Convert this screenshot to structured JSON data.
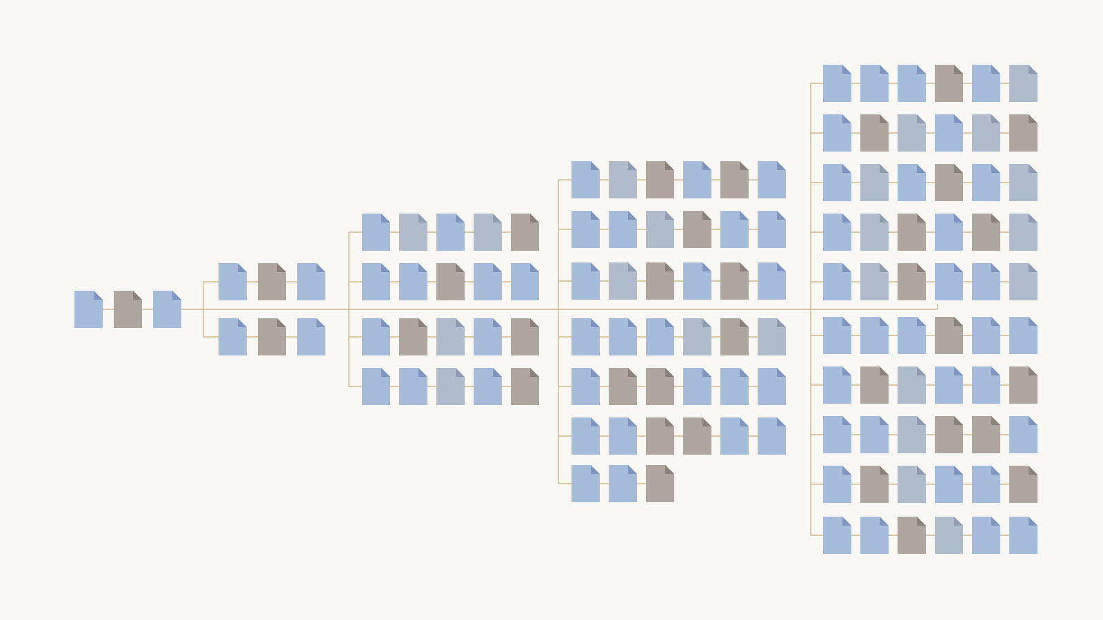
{
  "colors": {
    "background": "#f9f8f5",
    "connector": "#cdb98a",
    "blue": "#a7bcdb",
    "blue_fold": "#7f95bd",
    "gray": "#afa69f",
    "gray_fold": "#8a817b",
    "light": "#b0bccc",
    "light_fold": "#8f9bb0"
  },
  "icon": "document-icon",
  "groups": [
    {
      "name": "group-1",
      "rows": [
        [
          "blue",
          "gray",
          "blue"
        ]
      ]
    },
    {
      "name": "group-2",
      "rows": [
        [
          "blue",
          "gray",
          "blue"
        ],
        [
          "blue",
          "gray",
          "blue"
        ]
      ]
    },
    {
      "name": "group-3",
      "rows": [
        [
          "blue",
          "light",
          "blue",
          "light",
          "gray"
        ],
        [
          "blue",
          "blue",
          "gray",
          "blue",
          "blue"
        ],
        [
          "blue",
          "gray",
          "light",
          "blue",
          "gray"
        ],
        [
          "blue",
          "blue",
          "light",
          "blue",
          "gray"
        ]
      ]
    },
    {
      "name": "group-4",
      "rows": [
        [
          "blue",
          "light",
          "gray",
          "blue",
          "gray",
          "blue"
        ],
        [
          "blue",
          "blue",
          "light",
          "gray",
          "blue",
          "blue"
        ],
        [
          "blue",
          "light",
          "gray",
          "blue",
          "gray",
          "blue"
        ],
        [
          "blue",
          "blue",
          "blue",
          "light",
          "gray",
          "light"
        ],
        [
          "blue",
          "gray",
          "gray",
          "blue",
          "blue",
          "blue"
        ],
        [
          "blue",
          "blue",
          "gray",
          "gray",
          "blue",
          "blue"
        ],
        [
          "blue",
          "blue",
          "gray"
        ]
      ]
    },
    {
      "name": "group-5",
      "rows": [
        [
          "blue",
          "blue",
          "blue",
          "gray",
          "blue",
          "light"
        ],
        [
          "blue",
          "gray",
          "light",
          "blue",
          "light",
          "gray"
        ],
        [
          "blue",
          "light",
          "blue",
          "gray",
          "blue",
          "light"
        ],
        [
          "blue",
          "light",
          "gray",
          "blue",
          "gray",
          "light"
        ],
        [
          "blue",
          "light",
          "gray",
          "blue",
          "blue",
          "light"
        ],
        [
          "blue",
          "blue",
          "blue",
          "gray",
          "blue",
          "blue"
        ],
        [
          "blue",
          "gray",
          "light",
          "blue",
          "blue",
          "gray"
        ],
        [
          "blue",
          "blue",
          "light",
          "gray",
          "gray",
          "blue"
        ],
        [
          "blue",
          "gray",
          "light",
          "blue",
          "blue",
          "gray"
        ],
        [
          "blue",
          "blue",
          "gray",
          "light",
          "blue",
          "blue"
        ]
      ]
    }
  ]
}
